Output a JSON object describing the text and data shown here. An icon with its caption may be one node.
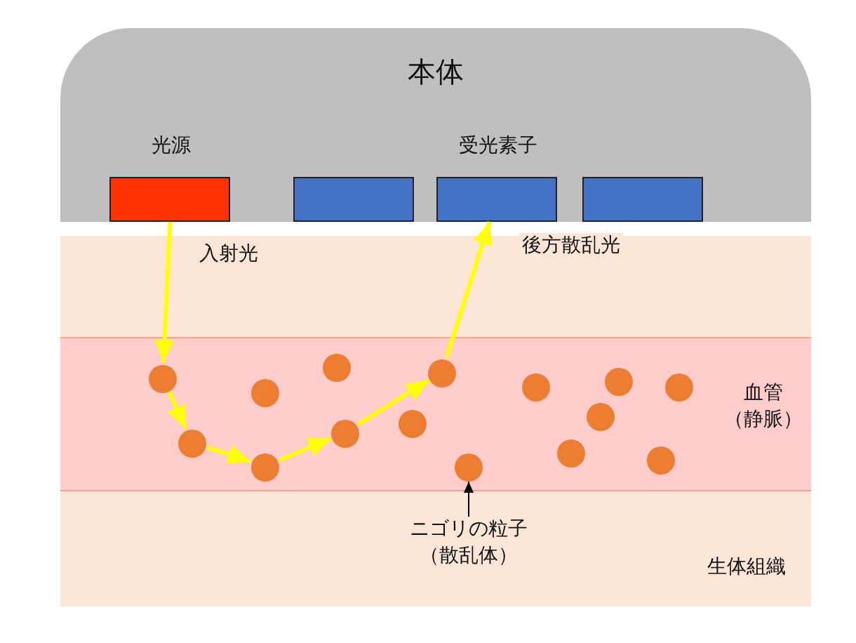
{
  "diagram": {
    "nodes": [
      {
        "text": [
          "本体"
        ]
      },
      {
        "text": [
          "光源"
        ],
        "in": 0
      },
      {
        "text": [],
        "shape": "box",
        "in": 0
      },
      {
        "text": [
          "受光素子"
        ],
        "in": 0
      },
      {
        "text": [],
        "shape": "box",
        "in": 0
      },
      {
        "text": [
          "生体組織"
        ]
      },
      {
        "text": [
          "血管（静脈）"
        ],
        "in": 5
      },
      {
        "text": [],
        "shape": "circle",
        "in": 6
      },
      {
        "text": [],
        "shape": "circle",
        "in": 6
      },
      {
        "text": [],
        "shape": "circle",
        "in": 6
      },
      {
        "text": [],
        "shape": "circle",
        "in": 6
      },
      {
        "text": [],
        "shape": "circle",
        "in": 6
      },
      {
        "text": [],
        "shape": "circle",
        "in": 6
      },
      {
        "text": [],
        "shape": "circle",
        "in": 6
      },
      {
        "text": [],
        "shape": "circle",
        "in": 6
      },
      {
        "text": [],
        "shape": "circle",
        "in": 6
      },
      {
        "text": [],
        "shape": "circle",
        "in": 6
      },
      {
        "text": [],
        "shape": "circle",
        "in": 6
      },
      {
        "text": [],
        "shape": "circle",
        "in": 6
      },
      {
        "text": [],
        "shape": "circle",
        "in": 6
      },
      {
        "text": [],
        "shape": "circle",
        "in": 6
      },
      {
        "text": [],
        "shape": "circle",
        "in": 6
      },
      {
        "text": [
          "ニゴリの粒子（散乱体）"
        ],
        "in": 5
      }
    ],
    "edges": [
      {
        "from": 1,
        "to": 7,
        "arrow": "to",
        "label": "入射光"
      },
      {
        "from": 7,
        "to": 8,
        "arrow": "to"
      },
      {
        "from": 8,
        "to": 10,
        "arrow": "to"
      },
      {
        "from": 10,
        "to": 12,
        "arrow": "to"
      },
      {
        "from": 12,
        "to": 14,
        "arrow": "to"
      },
      {
        "from": 14,
        "to": 3,
        "arrow": "to",
        "label": "後方散乱光"
      },
      {
        "from": 22,
        "to": 15,
        "arrow": "to",
        "color": "#000000"
      }
    ]
  }
}
